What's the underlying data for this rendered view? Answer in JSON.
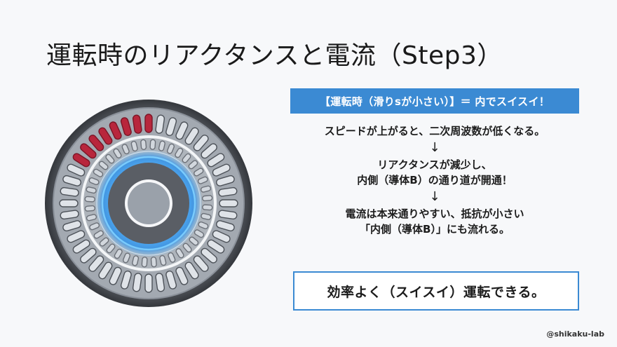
{
  "slide": {
    "title": "運転時のリアクタンスと電流（Step3）",
    "banner": "【運転時（滑りsが小さい）】＝ 内でスイスイ！",
    "steps": [
      "スピードが上がると、二次周波数が低くなる。",
      "↓",
      "リアクタンスが減少し、",
      "内側（導体B）の通り道が開通！",
      "↓",
      "電流は本来通りやすい、抵抗が小さい",
      "「内側（導体B）」にも流れる。"
    ],
    "result": "効率よく（スイスイ）運転できる。",
    "credit": "@shikaku-lab"
  },
  "colors": {
    "accent": "#3b8ad3",
    "active_slot": "#b8263c",
    "idle_slot": "#dfe3e8",
    "field_glow": "#3c9df0"
  },
  "motor_diagram": {
    "outer_slot_count": 44,
    "active_slot_count": 9,
    "inner_slot_count": 40
  }
}
